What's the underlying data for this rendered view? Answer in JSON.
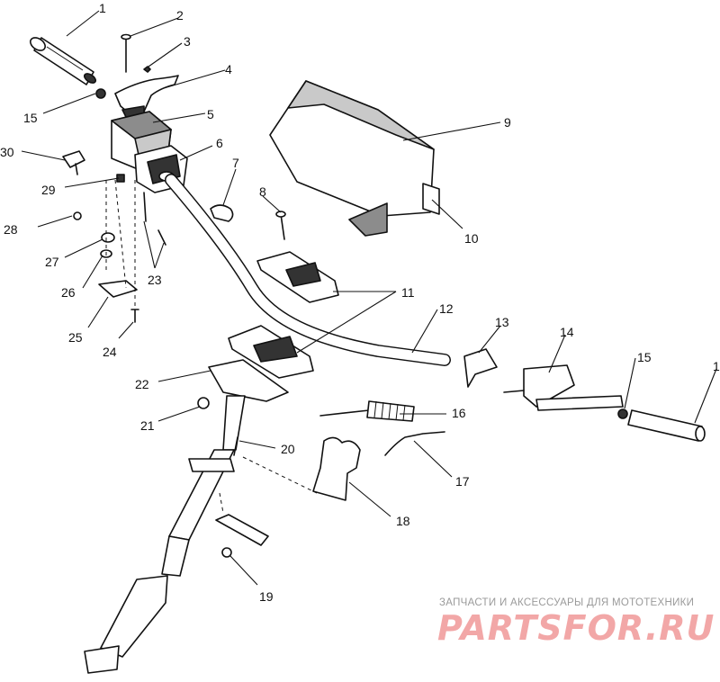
{
  "callouts": [
    {
      "id": "c1",
      "label": "1"
    },
    {
      "id": "c2",
      "label": "2"
    },
    {
      "id": "c3",
      "label": "3"
    },
    {
      "id": "c4",
      "label": "4"
    },
    {
      "id": "c5",
      "label": "5"
    },
    {
      "id": "c6",
      "label": "6"
    },
    {
      "id": "c7",
      "label": "7"
    },
    {
      "id": "c8",
      "label": "8"
    },
    {
      "id": "c9",
      "label": "9"
    },
    {
      "id": "c10",
      "label": "10"
    },
    {
      "id": "c11",
      "label": "11"
    },
    {
      "id": "c12",
      "label": "12"
    },
    {
      "id": "c13",
      "label": "13"
    },
    {
      "id": "c14",
      "label": "14"
    },
    {
      "id": "c15a",
      "label": "15"
    },
    {
      "id": "c15b",
      "label": "15"
    },
    {
      "id": "c1b",
      "label": "1"
    },
    {
      "id": "c16",
      "label": "16"
    },
    {
      "id": "c17",
      "label": "17"
    },
    {
      "id": "c18",
      "label": "18"
    },
    {
      "id": "c19",
      "label": "19"
    },
    {
      "id": "c20",
      "label": "20"
    },
    {
      "id": "c21",
      "label": "21"
    },
    {
      "id": "c22",
      "label": "22"
    },
    {
      "id": "c23",
      "label": "23"
    },
    {
      "id": "c24",
      "label": "24"
    },
    {
      "id": "c25",
      "label": "25"
    },
    {
      "id": "c26",
      "label": "26"
    },
    {
      "id": "c27",
      "label": "27"
    },
    {
      "id": "c28",
      "label": "28"
    },
    {
      "id": "c29",
      "label": "29"
    },
    {
      "id": "c30",
      "label": "30"
    }
  ],
  "watermark": {
    "tagline": "ЗАПЧАСТИ И АКСЕССУАРЫ ДЛЯ МОТОТЕХНИКИ",
    "logo": "PARTSFOR.RU",
    "logo_color": "#f2a7a7"
  }
}
